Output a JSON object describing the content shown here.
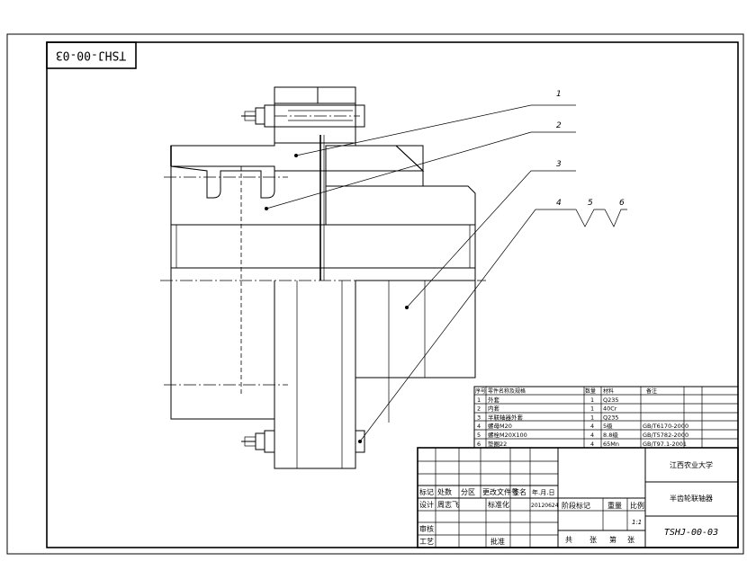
{
  "drawing": {
    "rotated_code": "TSHJ-00-03",
    "balloons": [
      "1",
      "2",
      "3",
      "4",
      "5",
      "6"
    ]
  },
  "parts_list": {
    "header": [
      "序号",
      "零件名称及规格",
      "数量",
      "材料",
      "备注"
    ],
    "rows": [
      {
        "no": "1",
        "name": "外套",
        "qty": "1",
        "material": "Q235",
        "note": ""
      },
      {
        "no": "2",
        "name": "内套",
        "qty": "1",
        "material": "40Cr",
        "note": ""
      },
      {
        "no": "3",
        "name": "半联轴器外套",
        "qty": "1",
        "material": "Q235",
        "note": ""
      },
      {
        "no": "4",
        "name": "螺母M20",
        "qty": "4",
        "material": "5级",
        "note": "GB/T6170-2000"
      },
      {
        "no": "5",
        "name": "螺栓M20X100",
        "qty": "4",
        "material": "8.8级",
        "note": "GB/T5782-2000"
      },
      {
        "no": "6",
        "name": "垫圈22",
        "qty": "4",
        "material": "65Mn",
        "note": "GB/T97.1-2001"
      }
    ]
  },
  "title_block": {
    "university": "江西农业大学",
    "part_name": "半齿轮联轴器",
    "drawing_no": "TSHJ-00-03",
    "labels": {
      "mark": "标记",
      "count": "处数",
      "zone": "分区",
      "change_doc": "更改文件号",
      "sign": "签名",
      "date": "年.月.日",
      "design": "设计",
      "standardize": "标准化",
      "stage_mark": "阶段标记",
      "weight": "重量",
      "scale": "比例",
      "review": "审核",
      "process": "工艺",
      "approve": "批准",
      "total": "共",
      "sheet_unit": "张",
      "sheet_no": "第",
      "sheet_unit2": "张"
    },
    "designer": "周志飞",
    "date_value": "20120624",
    "scale_value": "1:1"
  }
}
